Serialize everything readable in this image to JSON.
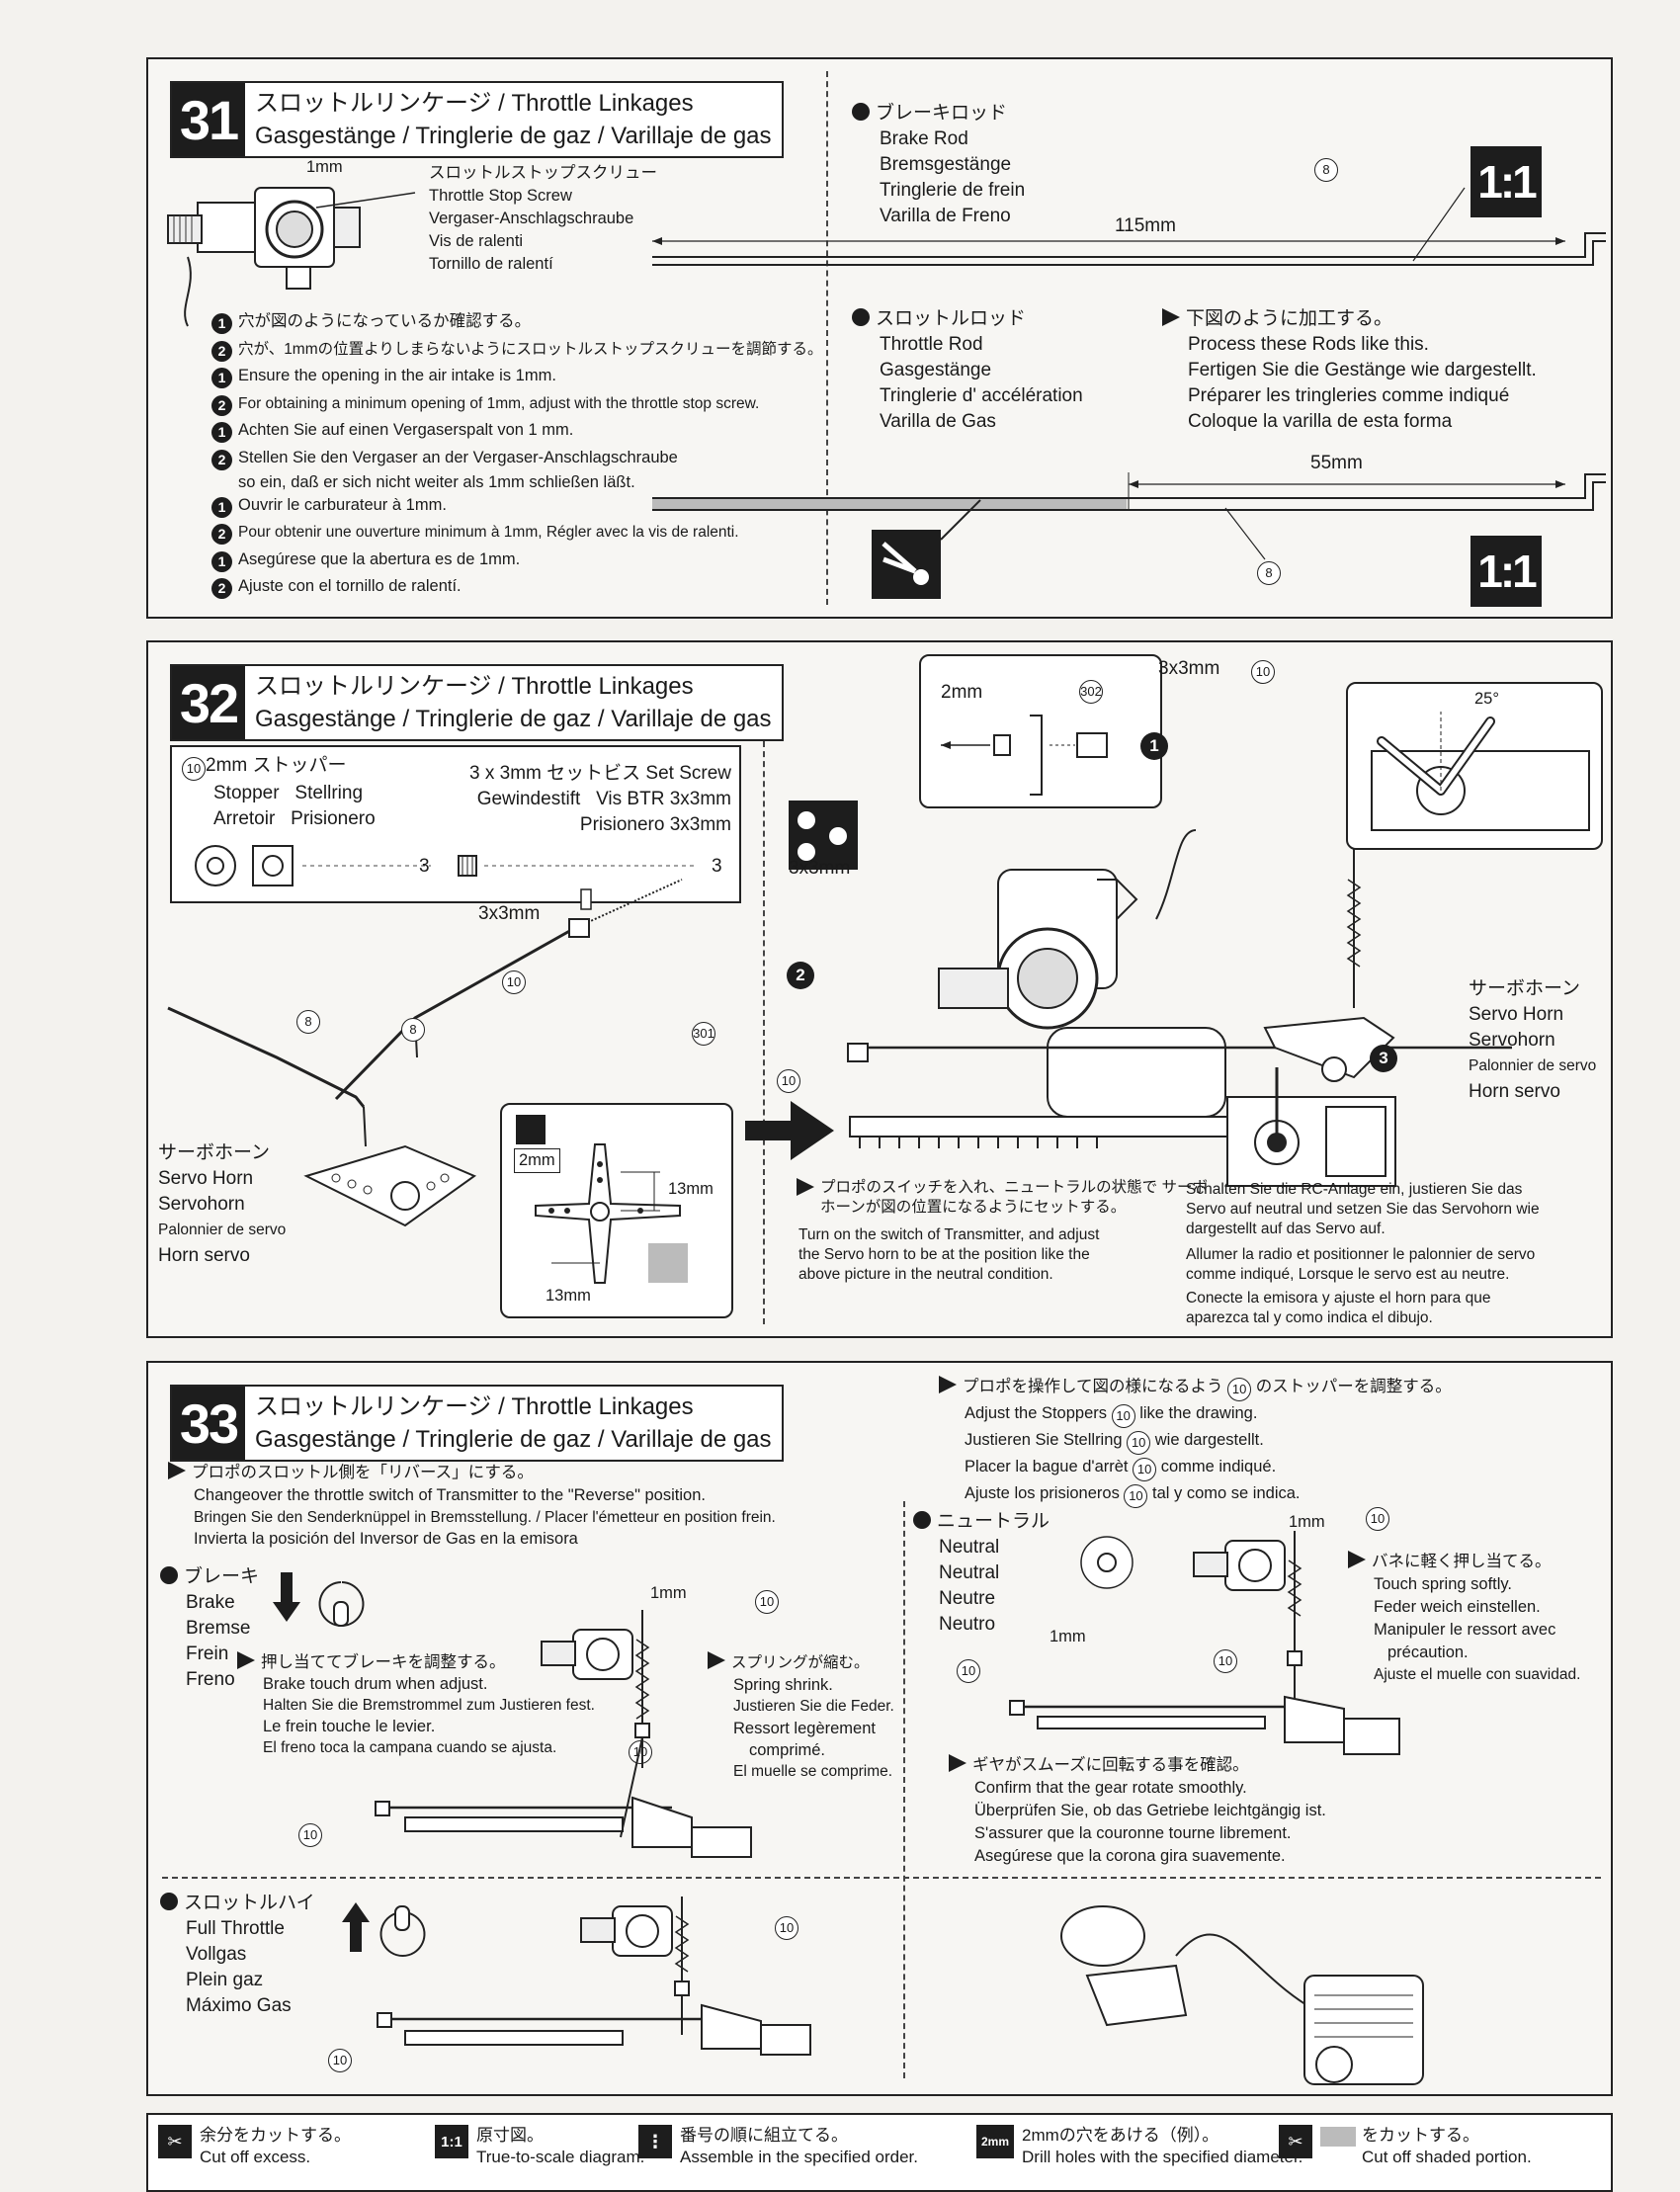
{
  "s31": {
    "num": "31",
    "title_jp": "スロットルリンケージ / Throttle Linkages",
    "title_2": "Gasgestänge / Tringlerie de gaz / Varillaje de gas",
    "mm1": "1mm",
    "stop_screw": [
      "スロットルストップスクリュー",
      "Throttle Stop Screw",
      "Vergaser-Anschlagschraube",
      "Vis de ralenti",
      "Tornillo de ralentí"
    ],
    "steps": [
      {
        "n": "1",
        "t": "穴が図のようになっているか確認する。"
      },
      {
        "n": "2",
        "t": "穴が、1mmの位置よりしまらないようにスロットルストップスクリューを調節する。"
      },
      {
        "n": "1",
        "t": "Ensure the opening in the air intake is 1mm."
      },
      {
        "n": "2",
        "t": "For obtaining a minimum opening of 1mm, adjust with the throttle stop screw."
      },
      {
        "n": "1",
        "t": "Achten Sie auf einen Vergaserspalt von 1 mm."
      },
      {
        "n": "2",
        "t": "Stellen Sie den Vergaser an der Vergaser-Anschlagschraube"
      },
      {
        "n": "",
        "t": "so ein, daß er sich nicht weiter als 1mm schließen läßt."
      },
      {
        "n": "1",
        "t": "Ouvrir le carburateur à 1mm."
      },
      {
        "n": "2",
        "t": "Pour obtenir une ouverture minimum à 1mm, Régler avec la vis de ralenti."
      },
      {
        "n": "1",
        "t": "Asegúrese que la abertura es de 1mm."
      },
      {
        "n": "2",
        "t": "Ajuste con el tornillo de ralentí."
      }
    ],
    "brake_rod": [
      "ブレーキロッド",
      "Brake Rod",
      "Bremsgestänge",
      "Tringlerie de frein",
      "Varilla de Freno"
    ],
    "brake_len": "115mm",
    "part8": "8",
    "scale": "1:1",
    "throttle_rod": [
      "スロットルロッド",
      "Throttle Rod",
      "Gasgestänge",
      "Tringlerie d' accélération",
      "Varilla de Gas"
    ],
    "process": [
      "下図のように加工する。",
      "Process these Rods like this.",
      "Fertigen Sie die Gestänge wie dargestellt.",
      "Préparer les tringleries comme indiqué",
      "Coloque la varilla de esta forma"
    ],
    "throttle_len": "55mm"
  },
  "s32": {
    "num": "32",
    "title_jp": "スロットルリンケージ / Throttle Linkages",
    "title_2": "Gasgestänge / Tringlerie de gaz / Varillaje de gas",
    "stopper_num": "10",
    "stopper": [
      "2mm ストッパー",
      "Stopper",
      "Stellring",
      "Arretoir",
      "Prisionero"
    ],
    "stopper_qty": "3",
    "setscrew": [
      "3 x 3mm セットビス  Set Screw",
      "Gewindestift",
      "Vis BTR 3x3mm",
      "Prisionero 3x3mm"
    ],
    "setscrew_qty": "3",
    "label_3x3": "3x3mm",
    "part10": "10",
    "part8": "8",
    "part301": "301",
    "part302": "302",
    "servo_horn": [
      "サーボホーン",
      "Servo Horn",
      "Servohorn",
      "Palonnier de servo",
      "Horn servo"
    ],
    "mm2": "2mm",
    "mm13": "13mm",
    "angle": "25°",
    "order": [
      "1",
      "2",
      "3"
    ],
    "jp_note": "プロポのスイッチを入れ、ニュートラルの状態で サーボホーンが図の位置になるようにセットする。",
    "en_note": [
      "Turn on the switch of Transmitter, and adjust",
      "the Servo horn to be at the position like the",
      "above picture in the neutral condition."
    ],
    "de_note": [
      "Schalten Sie die RC-Anlage ein, justieren Sie das",
      "Servo auf neutral und setzen Sie das Servohorn wie",
      "dargestellt auf das Servo auf."
    ],
    "fr_note": [
      "Allumer la radio et positionner le palonnier de servo",
      "comme indiqué, Lorsque le servo est au neutre."
    ],
    "es_note": [
      "Conecte la emisora y ajuste el horn para que",
      "aparezca tal y como indica el dibujo."
    ]
  },
  "s33": {
    "num": "33",
    "title_jp": "スロットルリンケージ / Throttle Linkages",
    "title_2": "Gasgestänge / Tringlerie de gaz / Varillaje de gas",
    "reverse_jp": "プロポのスロットル側を「リバース」にする。",
    "reverse": [
      "Changeover the throttle switch of Transmitter to the \"Reverse\" position.",
      "Bringen Sie den Senderknüppel in Bremsstellung. / Placer l'émetteur en position frein.",
      "Invierta la posición del Inversor de Gas en la emisora"
    ],
    "adjust_jp_a": "プロポを操作して図の様になるよう",
    "adjust_jp_b": "のストッパーを調整する。",
    "adjust": [
      {
        "a": "Adjust the Stoppers",
        "b": "like the drawing."
      },
      {
        "a": "Justieren Sie Stellring",
        "b": "wie dargestellt."
      },
      {
        "a": "Placer la bague d'arrèt",
        "b": "comme indiqué."
      },
      {
        "a": "Ajuste los prisioneros",
        "b": "tal y como se indica."
      }
    ],
    "part10": "10",
    "mm1": "1mm",
    "brake": [
      "ブレーキ",
      "Brake",
      "Bremse",
      "Frein",
      "Freno"
    ],
    "brake_touch": [
      "押し当ててブレーキを調整する。",
      "Brake touch drum when adjust.",
      "Halten Sie die Bremstrommel zum Justieren fest.",
      "Le frein touche le levier.",
      "El freno toca la campana cuando se ajusta."
    ],
    "spring": [
      "スプリングが縮む。",
      "Spring shrink.",
      "Justieren Sie die Feder.",
      "Ressort legèrement",
      "comprimé.",
      "El muelle se comprime."
    ],
    "neutral": [
      "ニュートラル",
      "Neutral",
      "Neutral",
      "Neutre",
      "Neutro"
    ],
    "touch": [
      "バネに軽く押し当てる。",
      "Touch spring softly.",
      "Feder weich einstellen.",
      "Manipuler le ressort avec",
      "précaution.",
      "Ajuste el muelle con suavidad."
    ],
    "gear": [
      "ギヤがスムーズに回転する事を確認。",
      "Confirm that the gear rotate smoothly.",
      "Überprüfen Sie, ob das Getriebe leichtgängig ist.",
      "S'assurer que la couronne tourne librement.",
      "Asegúrese que la corona gira suavemente."
    ],
    "full": [
      "スロットルハイ",
      "Full Throttle",
      "Vollgas",
      "Plein gaz",
      "Máximo Gas"
    ]
  },
  "legend": [
    {
      "icon": "cut",
      "jp": "余分をカットする。",
      "en": "Cut off excess."
    },
    {
      "icon": "1:1",
      "jp": "原寸図。",
      "en": "True-to-scale diagram."
    },
    {
      "icon": "order",
      "jp": "番号の順に組立てる。",
      "en": "Assemble in the specified order."
    },
    {
      "icon": "2mm",
      "jp": "2mmの穴をあける（例）。",
      "en": "Drill holes with the specified diameter."
    },
    {
      "icon": "shade",
      "jp": "をカットする。",
      "en": "Cut off shaded portion."
    }
  ]
}
